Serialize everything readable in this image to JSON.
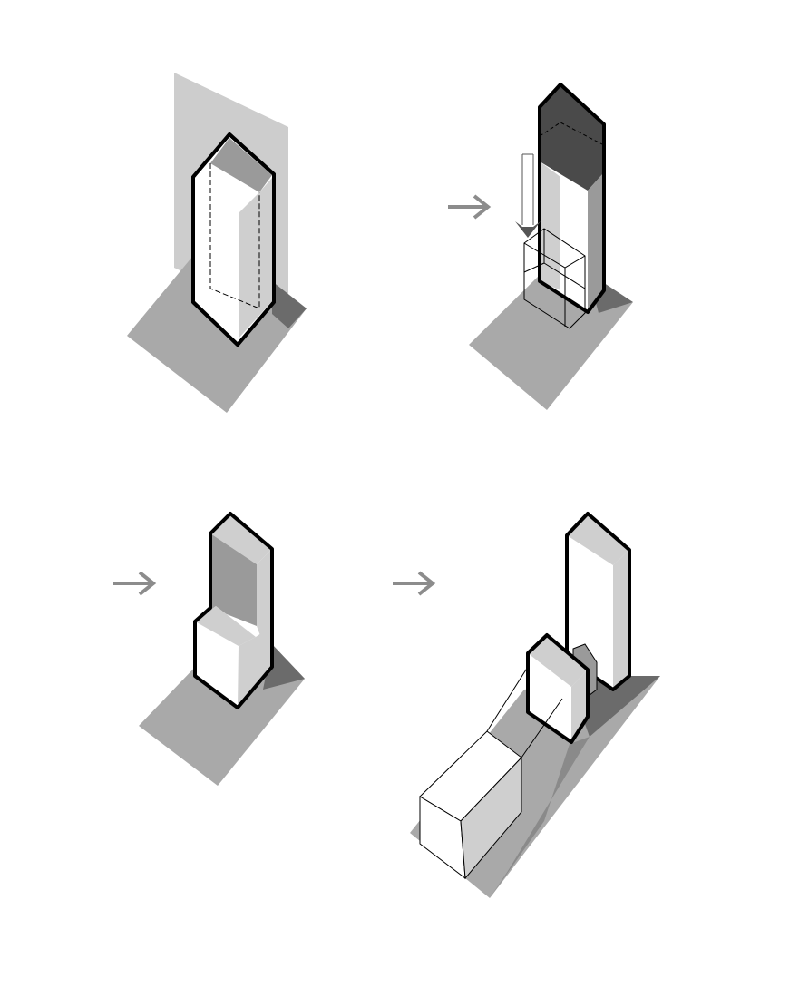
{
  "diagram": {
    "kind": "isometric massing sequence",
    "steps": [
      {
        "id": "step-1",
        "description_hidden": true
      },
      {
        "id": "step-2",
        "description_hidden": true
      },
      {
        "id": "step-3",
        "description_hidden": true
      },
      {
        "id": "step-4",
        "description_hidden": true
      }
    ],
    "arrows": 3
  },
  "colors": {
    "background": "#ffffff",
    "ground_shadow": "#a9a9a9",
    "dark_shadow": "#6b6b6b",
    "face_light": "#ffffff",
    "face_mid": "#cfcfcf",
    "face_dark": "#9a9a9a",
    "top_dark": "#4a4a4a",
    "plane": "#cdcdcd",
    "arrow": "#8c8c8c",
    "outline": "#000000"
  }
}
